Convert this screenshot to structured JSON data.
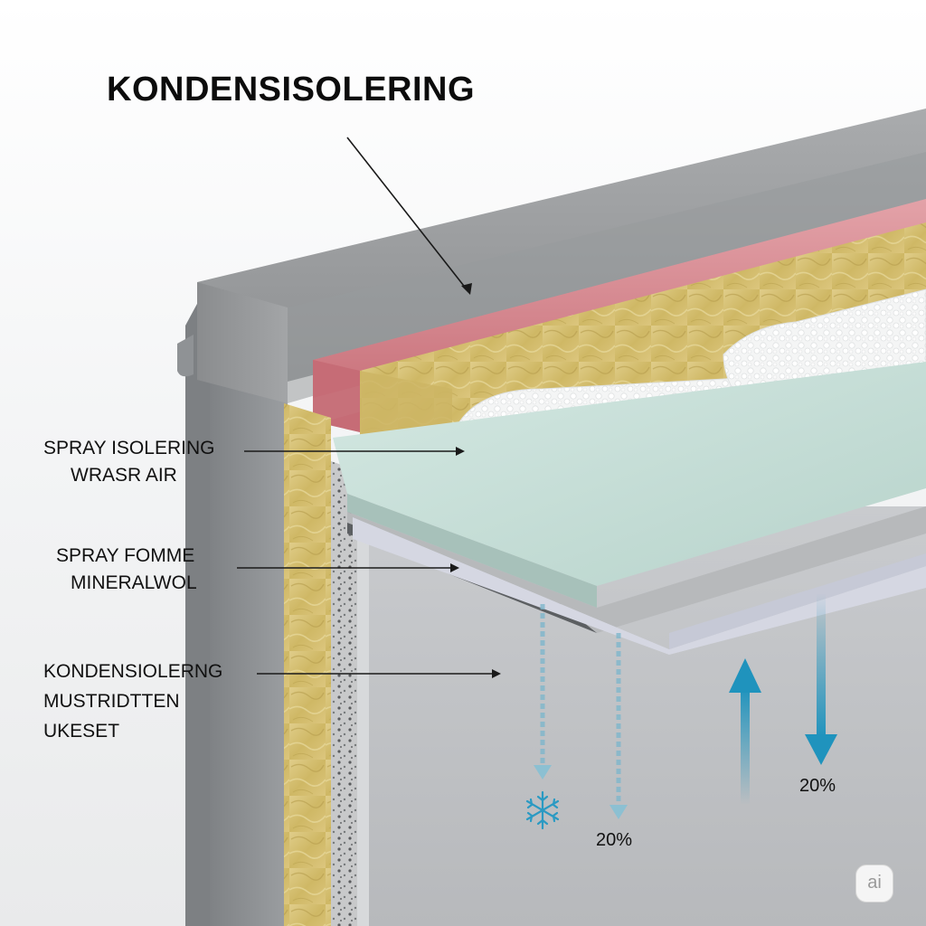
{
  "title": "KONDENSISOLERING",
  "labels": {
    "spray_isolering": {
      "line1": "SPRAY ISOLERING",
      "line2": "WRASR AIR"
    },
    "spray_fomme": {
      "line1": "SPRAY FOMME",
      "line2": "MINERALWOL"
    },
    "kondensiolerng": {
      "line1": "KONDENSIOLERNG",
      "line2": "MUSTRIDTTEN",
      "line3": "UKESET"
    }
  },
  "percent_left": "20%",
  "percent_right": "20%",
  "badge": "ai",
  "icons": [
    "snowflake-icon",
    "arrow-up-icon",
    "arrow-down-icon"
  ],
  "colors": {
    "concrete": "#9ea0a2",
    "pink_layer": "#d98a92",
    "mineral_wool": "#d8c27a",
    "spray_foam": "#f7f8f8",
    "mint_board": "#c4ddd6",
    "blue_arrow": "#1f93bd"
  }
}
